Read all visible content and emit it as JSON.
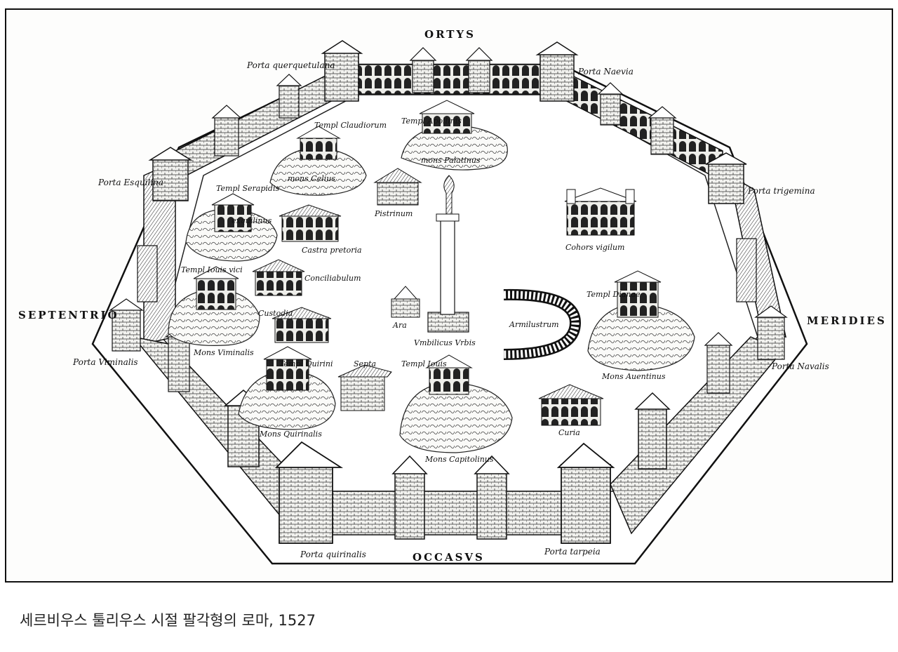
{
  "map": {
    "directions": {
      "north": "ORTYS",
      "south": "OCCASVS",
      "west": "SEPTENTRIO",
      "east": "MERIDIES"
    },
    "gates": {
      "querquetulana": "Porta querquetulana",
      "naevia": "Porta Naevia",
      "esquilina": "Porta Esquilina",
      "trigemina": "Porta trigemina",
      "viminalis": "Porta Viminalis",
      "navalis": "Porta Navalis",
      "quirinalis": "Porta quirinalis",
      "tarpeia": "Porta tarpeia"
    },
    "sites": {
      "templ_apollinis": "Templ Apollinis",
      "mons_palatinus": "mons Palatinus",
      "templ_claudiorum": "Templ Claudiorum",
      "mons_caelius": "mons Celius",
      "pistrinum": "Pistrinum",
      "templ_serapidis": "Templ Serapidis",
      "exquiliae": "exquilinus",
      "castra_praetoria": "Castra pretoria",
      "cohors_vigilum": "Cohors vigilum",
      "templ_iouis_vici": "Templ Iouis vici",
      "conciliabulum": "Conciliabulum",
      "custodia": "Custodia",
      "templ_dianae": "Templ Dianae",
      "armilustrum": "Armilustrum",
      "ara": "Ara",
      "umbilicus": "Vmbilicus Vrbis",
      "mons_viminalis": "Mons Viminalis",
      "templ_quirini": "Templ Quirini",
      "septa": "Septa",
      "templ_iouis": "Templ Iouis",
      "mons_aventinus": "Mons Auentinus",
      "curia": "Curia",
      "mons_quirinalis": "Mons Quirinalis",
      "mons_capitolinus": "Mons Capitolinus"
    }
  },
  "caption": "세르비우스 툴리우스 시절 팔각형의 로마, 1527"
}
